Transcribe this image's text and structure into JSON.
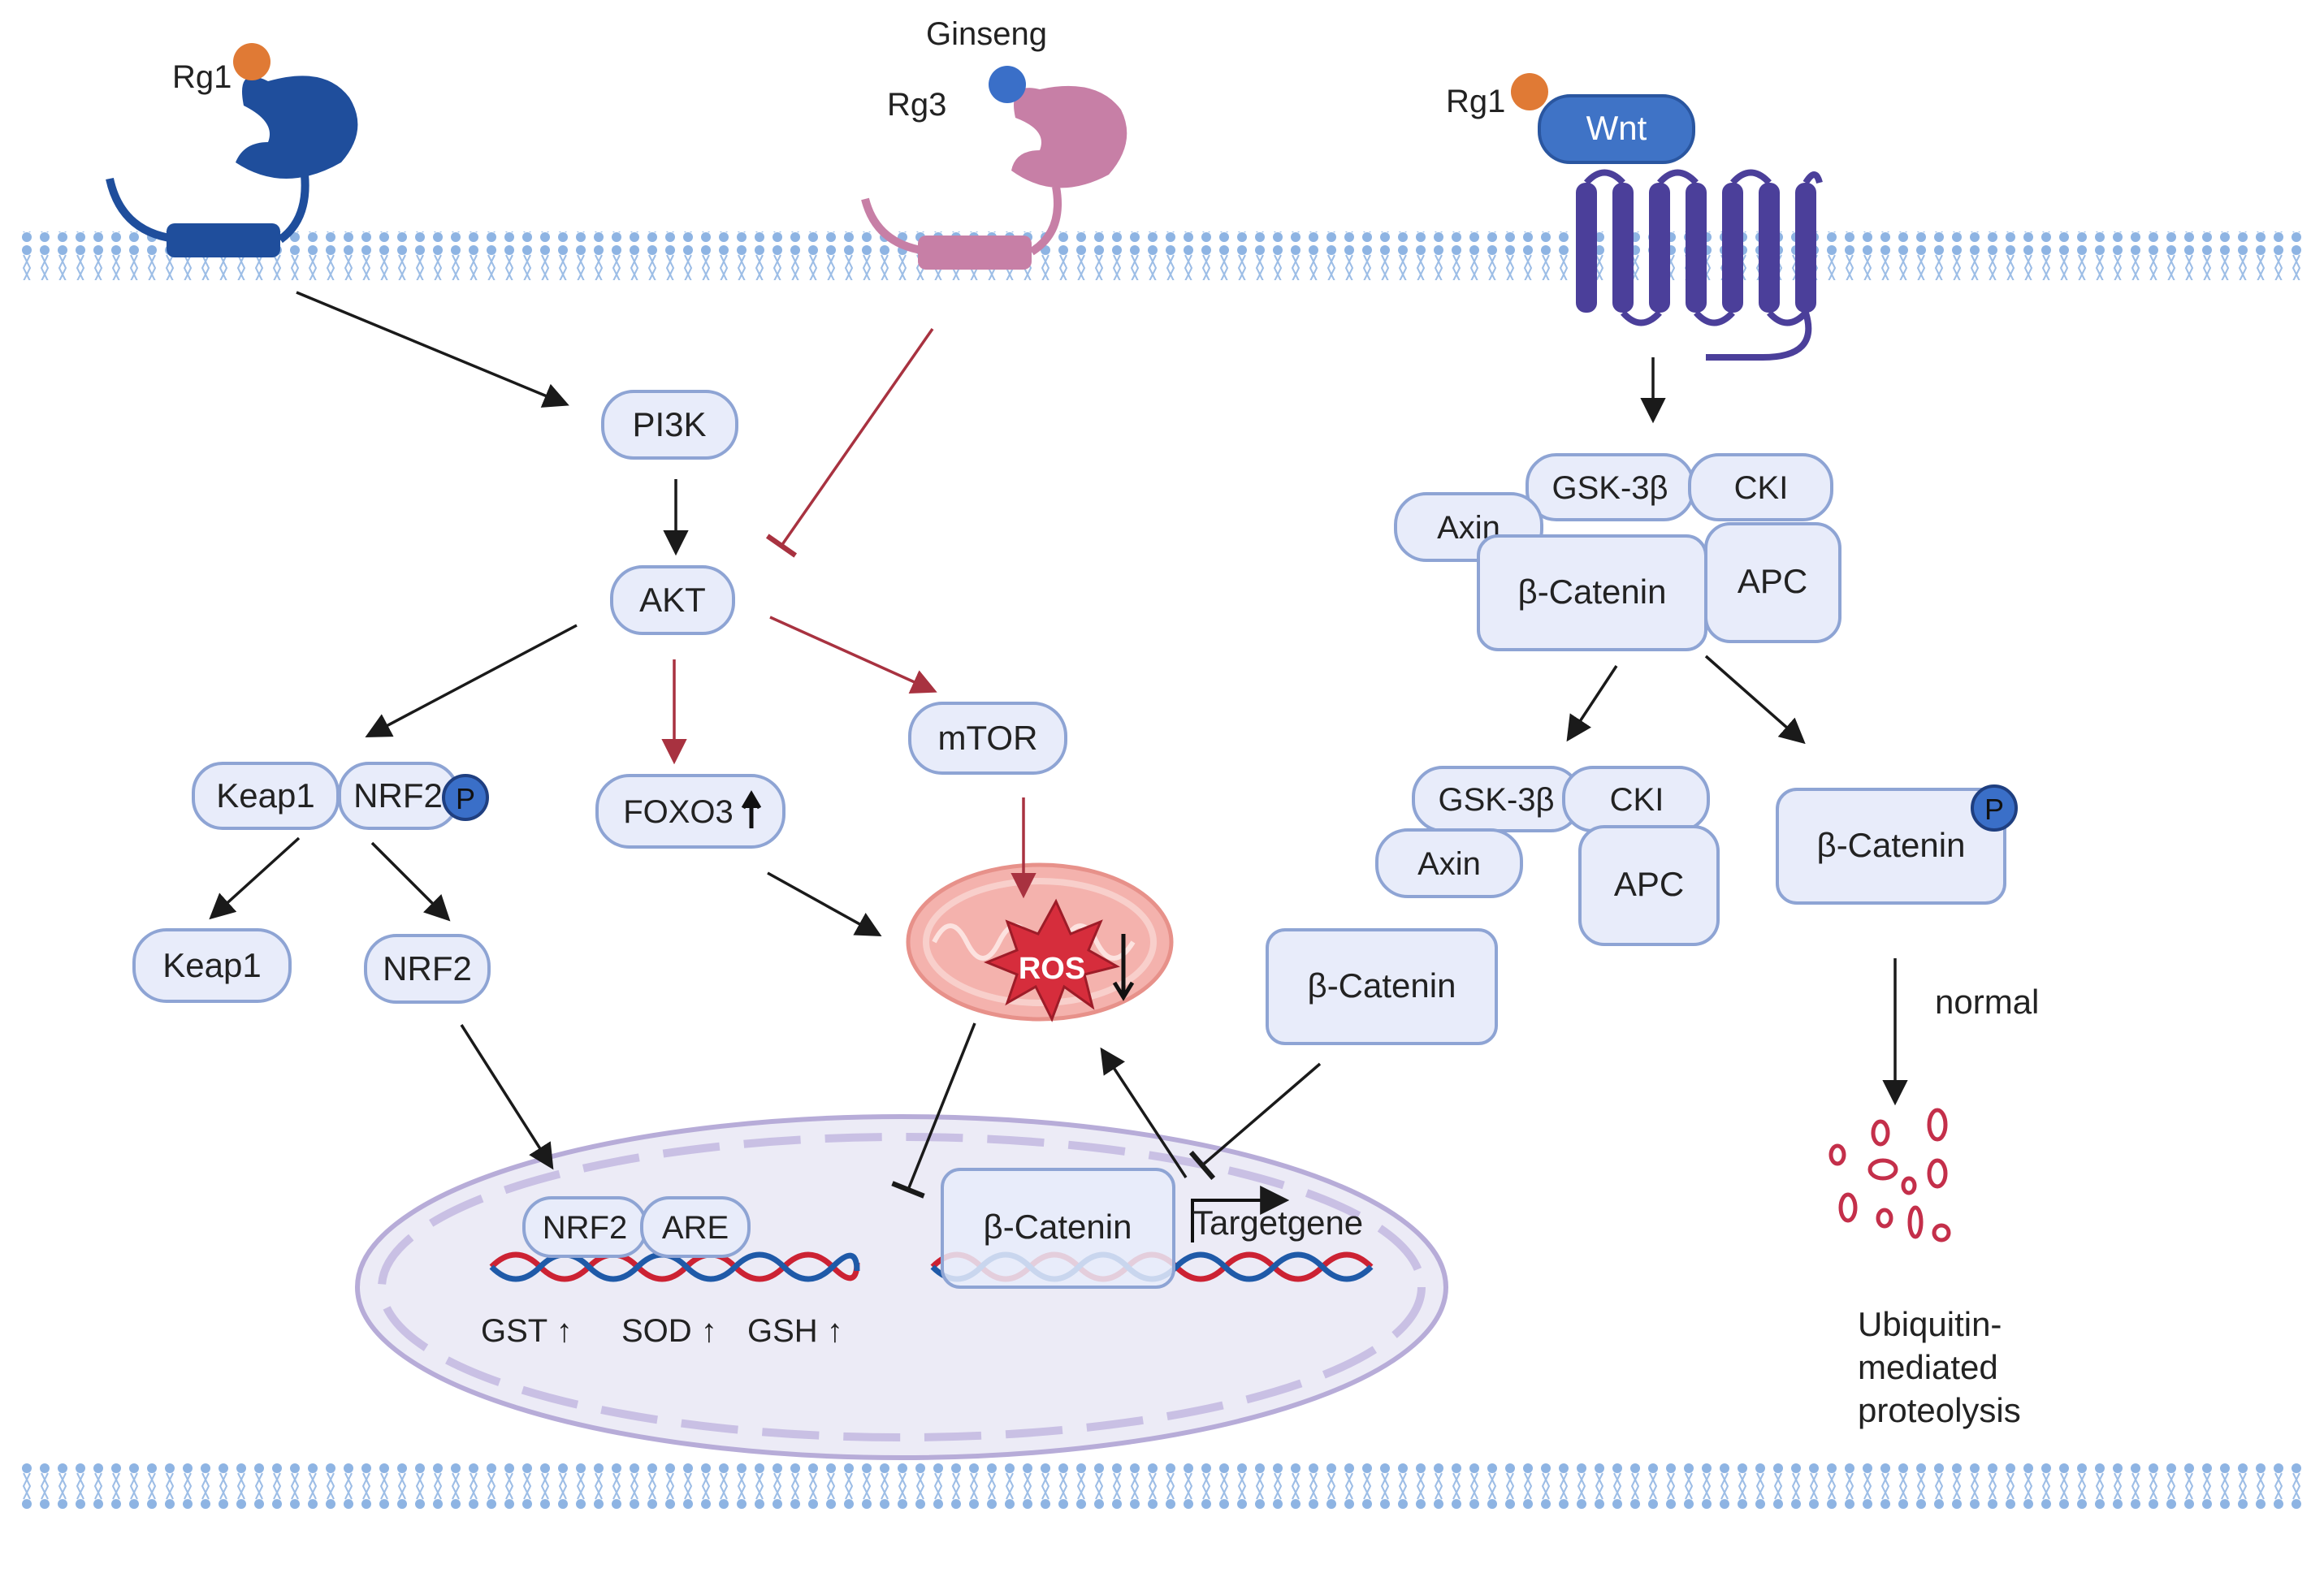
{
  "colors": {
    "box_fill": "#e8ecfa",
    "box_stroke": "#8ea4d4",
    "membrane": "#8eb4e3",
    "receptor_rg1": "#1f4e9c",
    "receptor_rg3": "#c77fa6",
    "frizzled": "#4b3f9a",
    "wnt": "#3f73c6",
    "ligand_orange": "#e07a35",
    "ligand_blue": "#3a6fc8",
    "arrow_black": "#1a1a1a",
    "arrow_red": "#a83240",
    "nucleus_fill": "#ecebf6",
    "nucleus_stroke": "#b7acd8",
    "dna_red": "#cc2233",
    "dna_blue": "#1f5aa8",
    "ros_red": "#d62d3c",
    "mito_fill": "#f4b2ad"
  },
  "ligands": {
    "rg1_left": "Rg1",
    "ginseng": "Ginseng",
    "rg3": "Rg3",
    "rg1_right": "Rg1",
    "wnt": "Wnt"
  },
  "nodes": {
    "pi3k": "PI3K",
    "akt": "AKT",
    "keap1": "Keap1",
    "nrf2_p": "NRF2",
    "foxo3": "FOXO3",
    "mtor": "mTOR",
    "keap1_free": "Keap1",
    "nrf2_free": "NRF2",
    "ros": "ROS",
    "beta_catenin_cyto": "β-Catenin",
    "phospho_badge": "P"
  },
  "destruction_complex": {
    "gsk3b": "GSK-3β",
    "cki": "CKI",
    "axin": "Axin",
    "beta_catenin": "β-Catenin",
    "apc": "APC"
  },
  "released_complex": {
    "gsk3b": "GSK-3β",
    "cki": "CKI",
    "axin": "Axin",
    "apc": "APC",
    "beta_catenin_p": "β-Catenin"
  },
  "nucleus": {
    "nrf2": "NRF2",
    "are": "ARE",
    "gst": "GST ↑",
    "sod": "SOD ↑",
    "gsh": "GSH ↑",
    "beta_catenin": "β-Catenin",
    "targetgene": "Targetgene"
  },
  "degradation": {
    "normal": "normal",
    "line1": "Ubiquitin-",
    "line2": "mediated",
    "line3": "proteolysis"
  }
}
